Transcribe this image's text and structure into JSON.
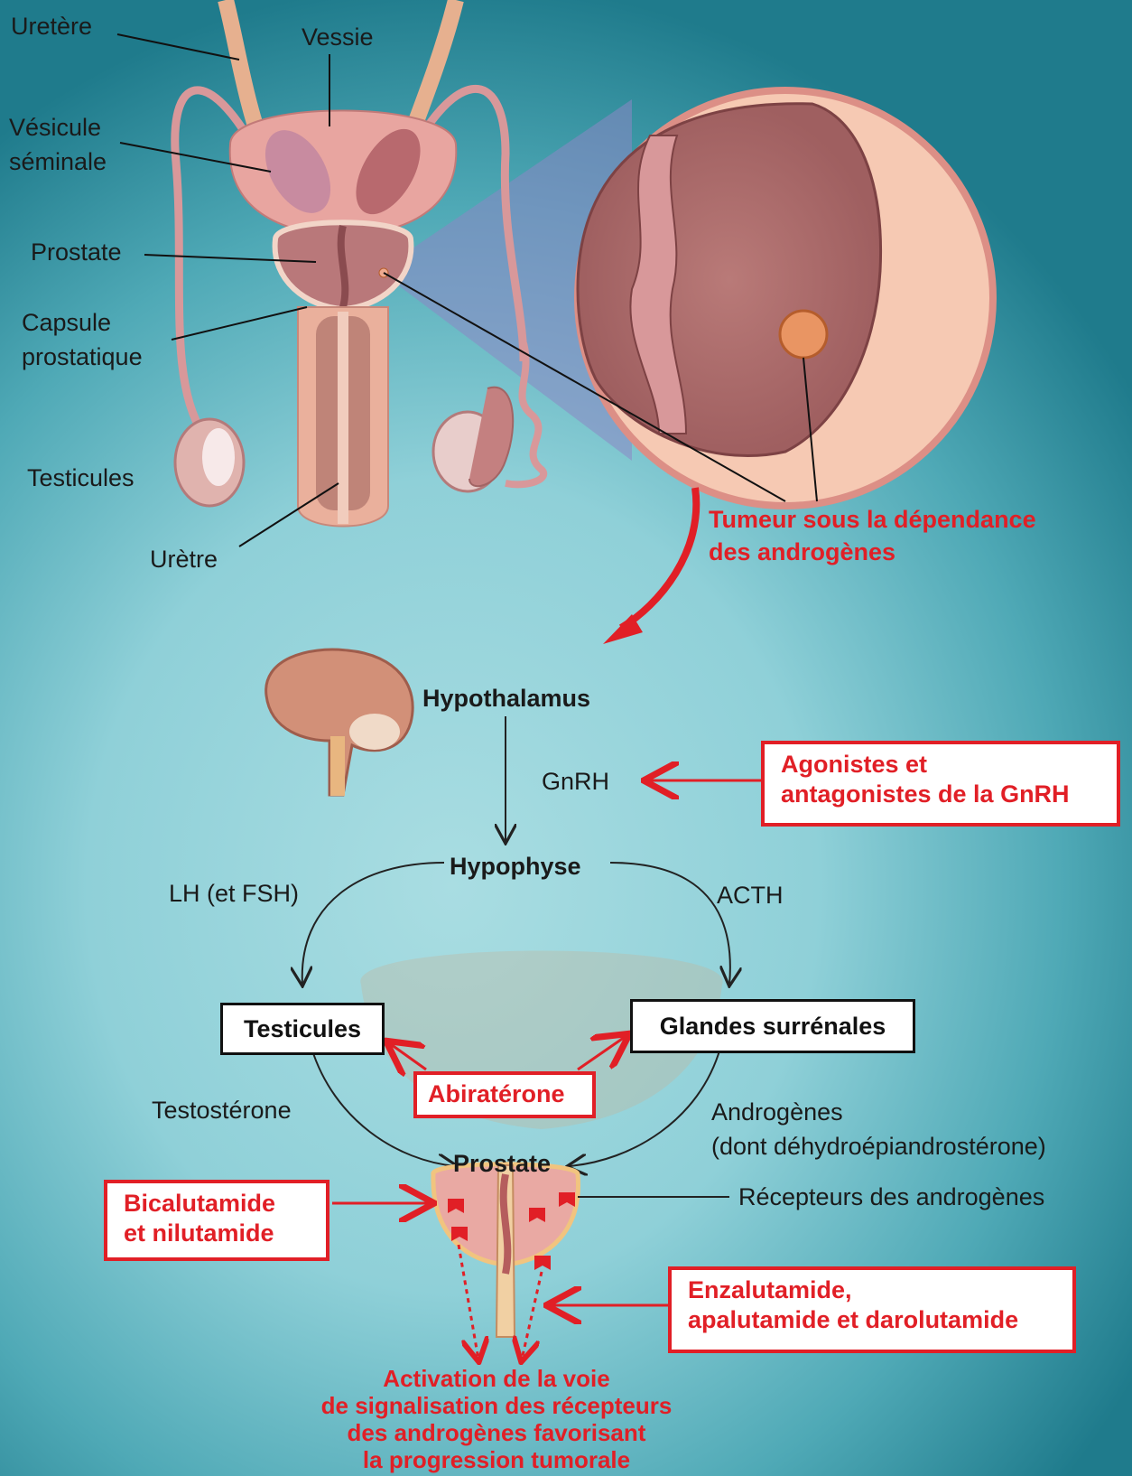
{
  "anatomy_labels": {
    "uretere": "Uretère",
    "vessie": "Vessie",
    "vesicule": [
      "Vésicule",
      "séminale"
    ],
    "prostate": "Prostate",
    "capsule": [
      "Capsule",
      "prostatique"
    ],
    "testicules": "Testicules",
    "uretre": "Urètre"
  },
  "tumor_label": [
    "Tumeur sous la dépendance",
    "des androgènes"
  ],
  "flow": {
    "hypothalamus": "Hypothalamus",
    "gnrh": "GnRH",
    "hypophyse": "Hypophyse",
    "lh": "LH (et FSH)",
    "acth": "ACTH",
    "testicules_box": "Testicules",
    "glandes_box": "Glandes surrénales",
    "testosterone": "Testostérone",
    "androgenes": [
      "Androgènes",
      "(dont déhydroépiandrostérone)"
    ],
    "prostate": "Prostate",
    "recepteurs": "Récepteurs des androgènes"
  },
  "drugs": {
    "gnrh": [
      "Agonistes et",
      "antagonistes de la GnRH"
    ],
    "abiraterone": "Abiratérone",
    "bicalutamide": [
      "Bicalutamide",
      "et nilutamide"
    ],
    "enzalutamide": [
      "Enzalutamide,",
      "apalutamide et darolutamide"
    ]
  },
  "bottom_note": [
    "Activation de la voie",
    "de signalisation des récepteurs",
    "des androgènes favorisant",
    "la progression tumorale"
  ],
  "colors": {
    "accent": "#e11f26",
    "tissue": "#c98a8a",
    "background": "#8fd0d8"
  }
}
